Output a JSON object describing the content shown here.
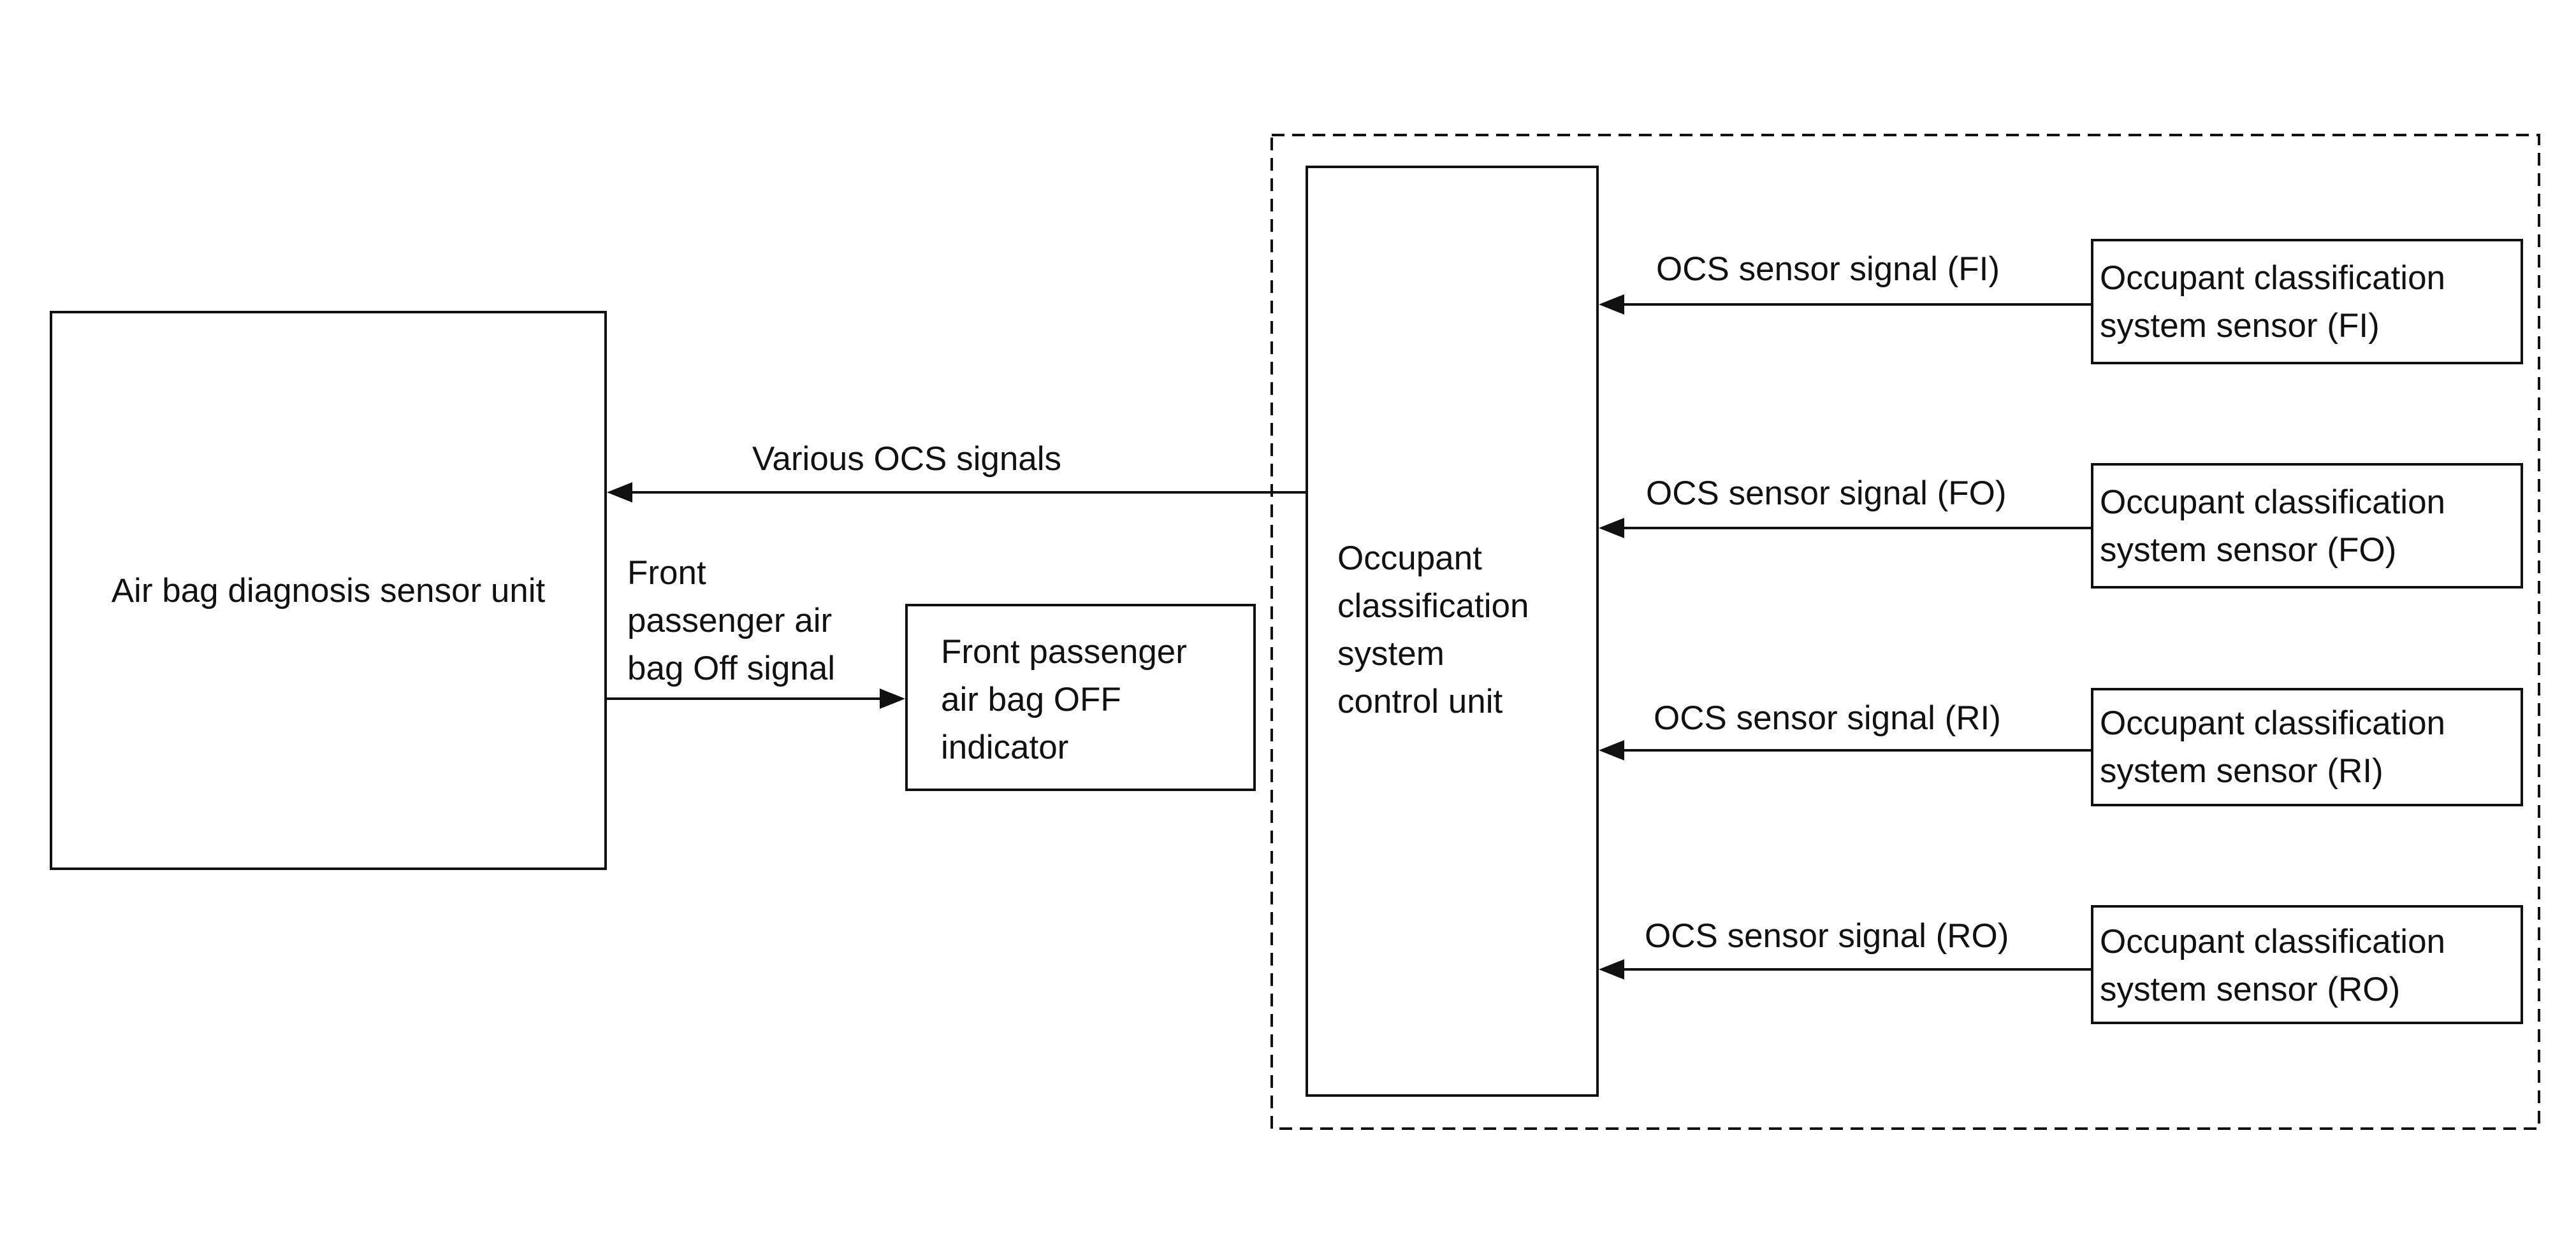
{
  "diagram": {
    "air_bag_unit": "Air bag diagnosis sensor unit",
    "off_signal_label": "Front\npassenger air\nbag Off signal",
    "off_indicator": "Front passenger\nair bag OFF\nindicator",
    "various_signals_label": "Various OCS signals",
    "control_unit": "Occupant\nclassification\nsystem\ncontrol unit",
    "sensors": [
      {
        "signal_label": "OCS sensor signal (FI)",
        "sensor_label": "Occupant classification\nsystem sensor (FI)"
      },
      {
        "signal_label": "OCS sensor signal (FO)",
        "sensor_label": "Occupant classification\nsystem sensor (FO)"
      },
      {
        "signal_label": "OCS sensor signal (RI)",
        "sensor_label": "Occupant classification\nsystem sensor (RI)"
      },
      {
        "signal_label": "OCS sensor signal (RO)",
        "sensor_label": "Occupant classification\nsystem sensor (RO)"
      }
    ]
  }
}
